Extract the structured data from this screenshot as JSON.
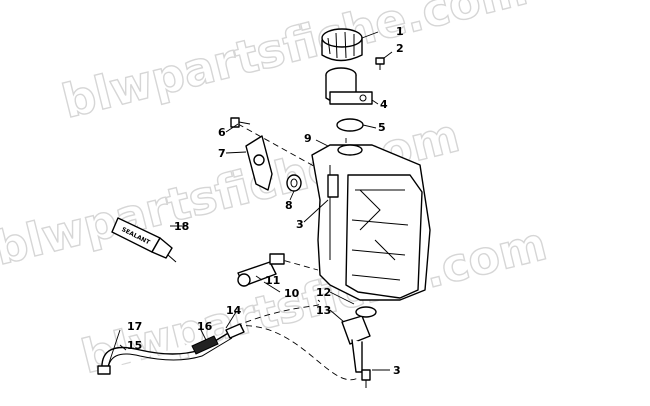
{
  "watermark": "blwpartsfiche.com",
  "tube_label": "SEALANT",
  "callouts": {
    "c1": "1",
    "c2": "2",
    "c3a": "3",
    "c3b": "3",
    "c4": "4",
    "c5": "5",
    "c6": "6",
    "c7": "7",
    "c8": "8",
    "c9": "9",
    "c10": "10",
    "c11": "11",
    "c12": "12",
    "c13": "13",
    "c14": "14",
    "c15": "15",
    "c16": "16",
    "c17": "17",
    "c18": "18"
  }
}
